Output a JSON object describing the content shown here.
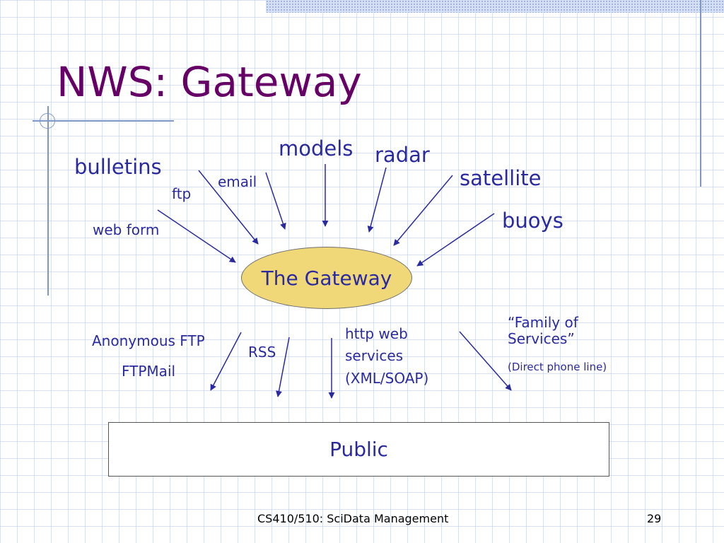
{
  "slide": {
    "title": "NWS: Gateway",
    "footer_text": "CS410/510: SciData Management",
    "page_number": "29"
  },
  "theme": {
    "title_color": "#660066",
    "text_color": "#2a2aa0",
    "ellipse_fill": "#f0d878"
  },
  "diagram": {
    "gateway_label": "The Gateway",
    "public_label": "Public",
    "sources": [
      "bulletins",
      "models",
      "radar",
      "satellite",
      "buoys"
    ],
    "input_methods": [
      "ftp",
      "email",
      "web form"
    ],
    "outputs": {
      "anonymous_ftp": "Anonymous FTP",
      "ftpmail": "FTPMail",
      "rss": "RSS",
      "http_line1": "http web",
      "http_line2": "services",
      "http_line3": "(XML/SOAP)",
      "family": "“Family of Services”",
      "family_note": "(Direct phone line)"
    }
  }
}
